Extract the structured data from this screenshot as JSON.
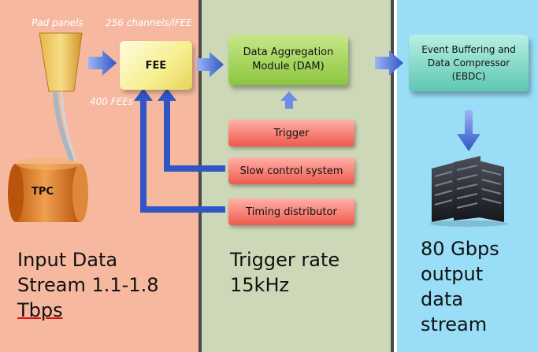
{
  "left_panel": {
    "pad_panels": "Pad panels",
    "channels": "256 channels/iFEE",
    "fees_count": "400 FEEs",
    "fee": "FEE",
    "tpc": "TPC",
    "stream_lines": [
      "Input Data",
      "Stream 1.1-1.8",
      "Tbps"
    ]
  },
  "middle_panel": {
    "dam_lines": [
      "Data Aggregation",
      "Module (DAM)"
    ],
    "trigger": "Trigger",
    "slow_control": "Slow control system",
    "timing": "Timing distributor",
    "rate_lines": [
      "Trigger rate",
      "15kHz"
    ]
  },
  "right_panel": {
    "ebdc_lines": [
      "Event Buffering and",
      "Data Compressor",
      "(EBDC)"
    ],
    "output_lines": [
      "80 Gbps",
      "output",
      "data",
      "stream"
    ]
  },
  "colors": {
    "left_bg": "#f6b9a0",
    "middle_bg": "#cdd8b8",
    "right_bg": "#99ddf7",
    "arrow_blue": "#2f56c4"
  },
  "icons": [
    "pad-panel-icon",
    "tpc-cylinder-icon",
    "server-rack-icon"
  ]
}
